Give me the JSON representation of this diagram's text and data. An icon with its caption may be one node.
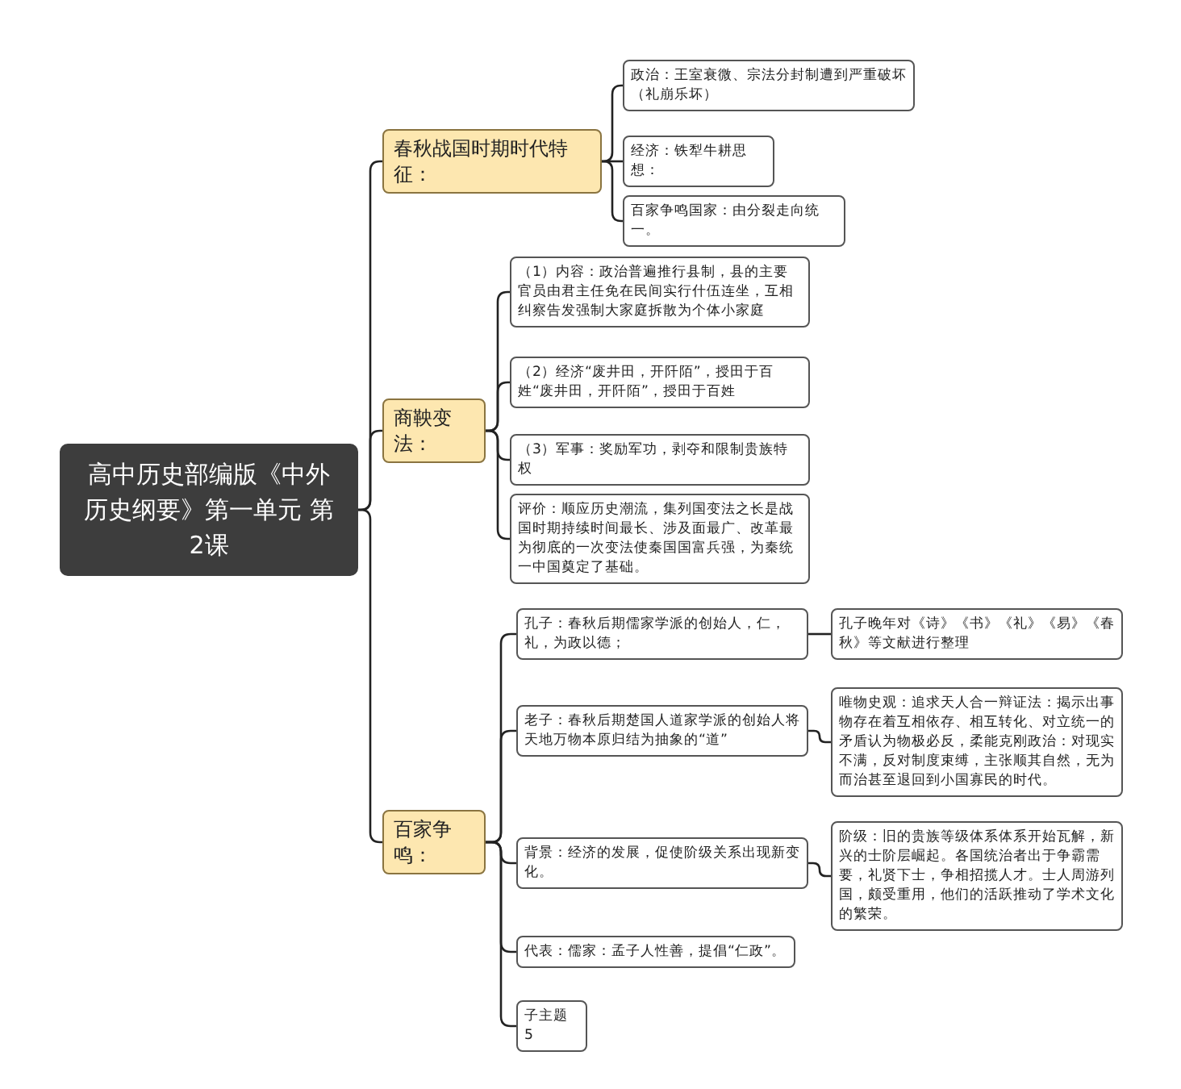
{
  "diagram": {
    "nodes": [
      {
        "text": [
          "高中历史部编版《中外历史纲要》第一单元 第2课"
        ]
      },
      {
        "text": [
          "春秋战国时期时代特征："
        ]
      },
      {
        "text": [
          "政治：王室衰微、宗法分封制遭到严重破坏（礼崩乐坏）"
        ]
      },
      {
        "text": [
          "经济：铁犁牛耕思想："
        ]
      },
      {
        "text": [
          "百家争鸣国家：由分裂走向统一。"
        ]
      },
      {
        "text": [
          "商鞅变法："
        ]
      },
      {
        "text": [
          "（1）内容：政治普遍推行县制，县的主要官员由君主任免在民间实行什伍连坐，互相纠察告发强制大家庭拆散为个体小家庭"
        ]
      },
      {
        "text": [
          "（2）经济“废井田，开阡陌”，授田于百姓“废井田，开阡陌”，授田于百姓"
        ]
      },
      {
        "text": [
          "（3）军事：奖励军功，剥夺和限制贵族特权"
        ]
      },
      {
        "text": [
          "评价：顺应历史潮流，集列国变法之长是战国时期持续时间最长、涉及面最广、改革最为彻底的一次变法使秦国国富兵强，为秦统一中国奠定了基础。"
        ]
      },
      {
        "text": [
          "百家争鸣："
        ]
      },
      {
        "text": [
          "孔子：春秋后期儒家学派的创始人，仁，礼，为政以德；"
        ]
      },
      {
        "text": [
          "老子：春秋后期楚国人道家学派的创始人将天地万物本原归结为抽象的“道”"
        ]
      },
      {
        "text": [
          "背景：经济的发展，促使阶级关系出现新变化。"
        ]
      },
      {
        "text": [
          "代表：儒家：孟子人性善，提倡“仁政”。"
        ]
      },
      {
        "text": [
          "子主题 5"
        ]
      },
      {
        "text": [
          "孔子晚年对《诗》《书》《礼》《易》《春秋》等文献进行整理"
        ]
      },
      {
        "text": [
          "唯物史观：追求天人合一辩证法：揭示出事物存在着互相依存、相互转化、对立统一的矛盾认为物极必反，柔能克刚政治：对现实不满，反对制度束缚，主张顺其自然，无为而治甚至退回到小国寡民的时代。"
        ]
      },
      {
        "text": [
          "阶级：旧的贵族等级体系体系开始瓦解，新兴的士阶层崛起。各国统治者出于争霸需要，礼贤下士，争相招揽人才。士人周游列国，颇受重用，他们的活跃推动了学术文化的繁荣。"
        ]
      }
    ],
    "edges": [
      {
        "from": 0,
        "to": 1,
        "arrow": "none"
      },
      {
        "from": 0,
        "to": 5,
        "arrow": "none"
      },
      {
        "from": 0,
        "to": 10,
        "arrow": "none"
      },
      {
        "from": 1,
        "to": 2,
        "arrow": "none"
      },
      {
        "from": 1,
        "to": 3,
        "arrow": "none"
      },
      {
        "from": 1,
        "to": 4,
        "arrow": "none"
      },
      {
        "from": 5,
        "to": 6,
        "arrow": "none"
      },
      {
        "from": 5,
        "to": 7,
        "arrow": "none"
      },
      {
        "from": 5,
        "to": 8,
        "arrow": "none"
      },
      {
        "from": 5,
        "to": 9,
        "arrow": "none"
      },
      {
        "from": 10,
        "to": 11,
        "arrow": "none"
      },
      {
        "from": 10,
        "to": 12,
        "arrow": "none"
      },
      {
        "from": 10,
        "to": 13,
        "arrow": "none"
      },
      {
        "from": 10,
        "to": 14,
        "arrow": "none"
      },
      {
        "from": 10,
        "to": 15,
        "arrow": "none"
      },
      {
        "from": 11,
        "to": 16,
        "arrow": "none"
      },
      {
        "from": 12,
        "to": 17,
        "arrow": "none"
      },
      {
        "from": 13,
        "to": 18,
        "arrow": "none"
      }
    ]
  }
}
